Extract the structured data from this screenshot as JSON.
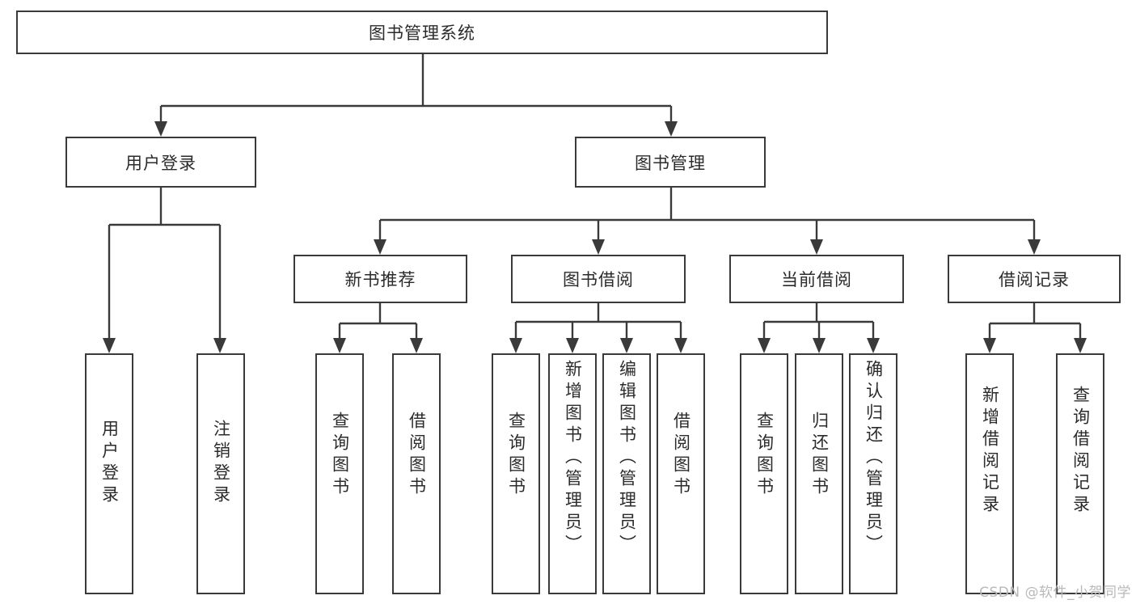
{
  "diagram": {
    "title": "图书管理系统",
    "watermark": "CSDN @软件_小贺同学",
    "colors": {
      "stroke": "#3a3a3a",
      "text": "#2b2b2b",
      "background": "#ffffff",
      "watermark": "#b9b9b9"
    },
    "root": {
      "label": "图书管理系统"
    },
    "level2": [
      {
        "label": "用户登录"
      },
      {
        "label": "图书管理"
      }
    ],
    "level3": [
      {
        "label": "新书推荐"
      },
      {
        "label": "图书借阅"
      },
      {
        "label": "当前借阅"
      },
      {
        "label": "借阅记录"
      }
    ],
    "leaves": {
      "user_login": [
        {
          "label": "用户登录"
        },
        {
          "label": "注销登录"
        }
      ],
      "new_book_recommend": [
        {
          "label": "查询图书"
        },
        {
          "label": "借阅图书"
        }
      ],
      "book_borrow": [
        {
          "label": "查询图书"
        },
        {
          "label": "新增图书（管理员）"
        },
        {
          "label": "编辑图书（管理员）"
        },
        {
          "label": "借阅图书"
        }
      ],
      "current_borrow": [
        {
          "label": "查询图书"
        },
        {
          "label": "归还图书"
        },
        {
          "label": "确认归还（管理员）"
        }
      ],
      "borrow_records": [
        {
          "label": "新增借阅记录"
        },
        {
          "label": "查询借阅记录"
        }
      ]
    }
  }
}
